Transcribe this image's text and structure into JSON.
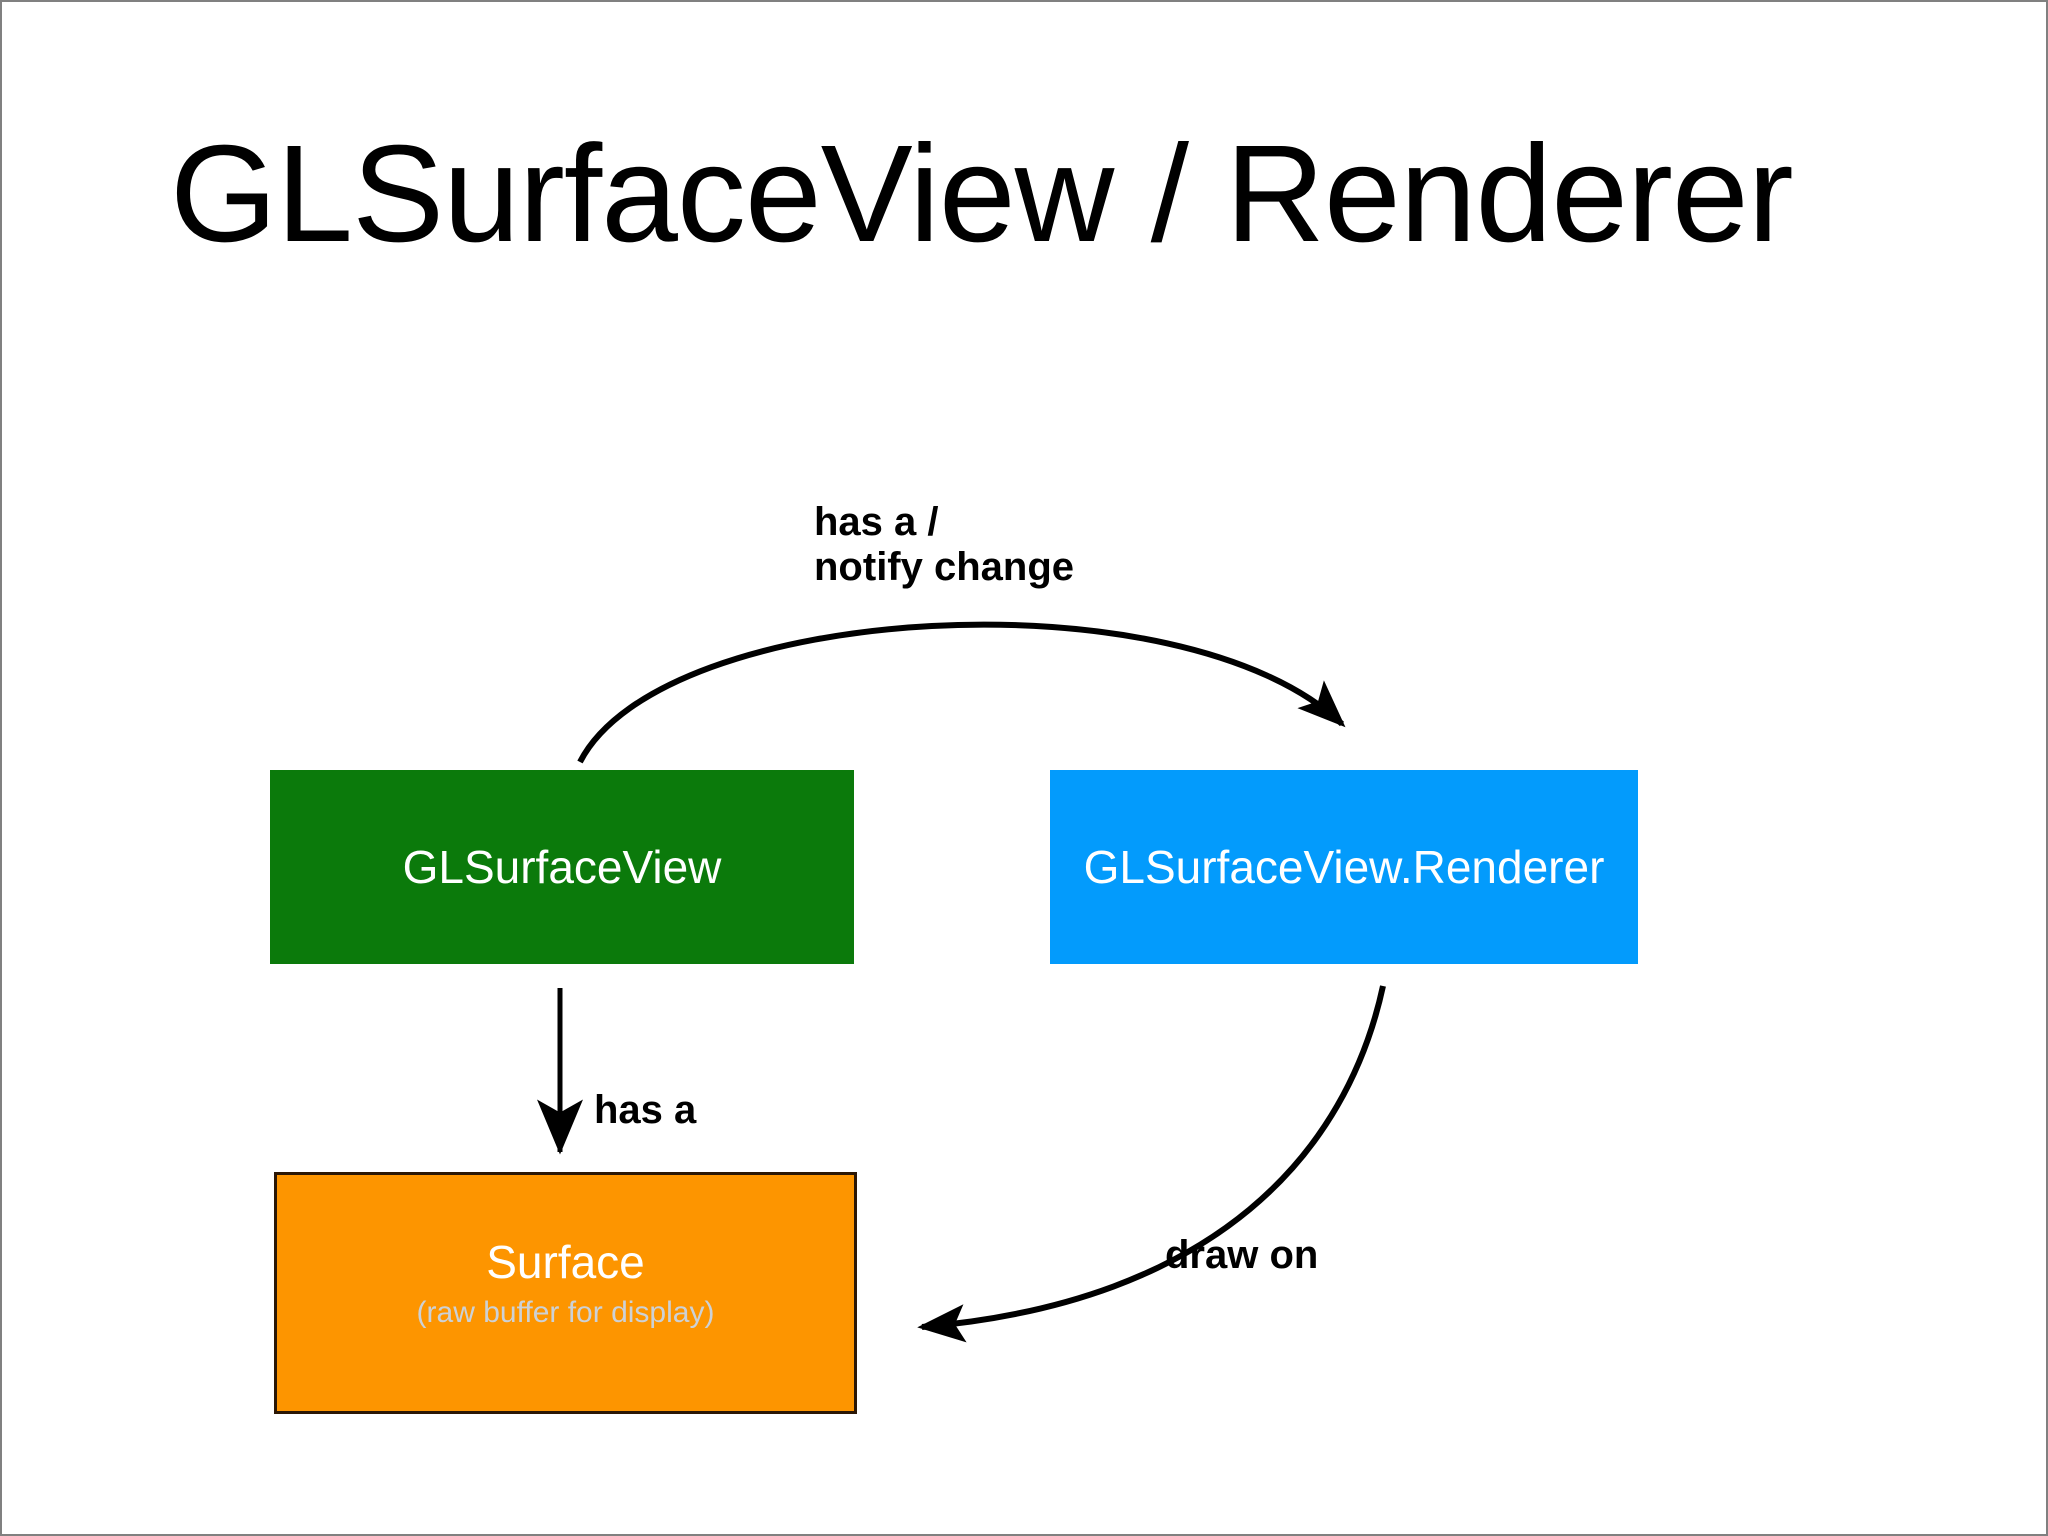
{
  "slide": {
    "title": "GLSurfaceView / Renderer",
    "background_color": "#ffffff",
    "border_color": "#808080"
  },
  "nodes": [
    {
      "id": "glsurfaceview",
      "label": "GLSurfaceView",
      "sublabel": "",
      "fill_color": "#0b7a0b",
      "text_color": "#ffffff"
    },
    {
      "id": "renderer",
      "label": "GLSurfaceView.Renderer",
      "sublabel": "",
      "fill_color": "#039bfc",
      "text_color": "#ffffff"
    },
    {
      "id": "surface",
      "label": "Surface",
      "sublabel": "(raw buffer for display)",
      "fill_color": "#fd9500",
      "text_color": "#ffffff",
      "sublabel_color": "#ccd1d6",
      "border_color": "#2b1705"
    }
  ],
  "edges": [
    {
      "id": "glsurfaceview-to-renderer",
      "label": "has a /\nnotify change",
      "from": "glsurfaceview",
      "to": "renderer",
      "style": "curved-arc",
      "color": "#000000"
    },
    {
      "id": "glsurfaceview-to-surface",
      "label": "has a",
      "from": "glsurfaceview",
      "to": "surface",
      "style": "straight-down",
      "color": "#000000"
    },
    {
      "id": "renderer-to-surface",
      "label": "draw on",
      "from": "renderer",
      "to": "surface",
      "style": "curved-down-left",
      "color": "#000000"
    }
  ]
}
